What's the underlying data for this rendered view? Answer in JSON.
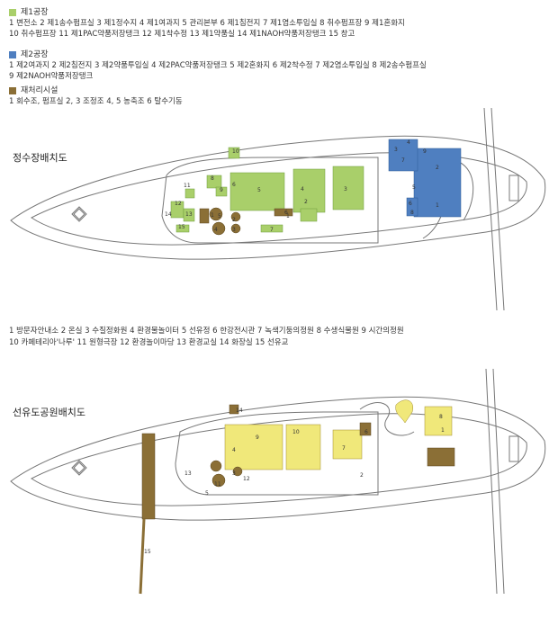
{
  "colors": {
    "plant1": "#a9cf6a",
    "plant2": "#4f7fc0",
    "reprocess": "#8b6f36",
    "park": "#f0e87a",
    "parkLine": "#a08a2c"
  },
  "legend1": {
    "groups": [
      {
        "title": "제1공장",
        "lines": [
          "1 변전소  2 제1송수펌프실  3 제1정수지  4 제1여과지  5 관리본부  6 제1침전지  7 제1염소투입실  8 취수펌프장  9 제1혼화지",
          "10 취수펌프장  11 제1PAC약품저장탱크  12 제1착수정  13 제1약품실  14 제1NAOH약품저장탱크  15 창고"
        ]
      },
      {
        "title": "제2공장",
        "lines": [
          "1 제2여과지  2 제2침전지  3 제2약품투입실  4 제2PAC약품저장탱크  5 제2혼화지  6 제2착수정  7 제2염소투입실  8 제2송수펌프실",
          "9 제2NAOH약품저장탱크"
        ]
      },
      {
        "title": "재처리시설",
        "lines": [
          "1 회수조, 펌프실  2, 3 조정조  4, 5 농축조  6 탈수기동"
        ]
      }
    ]
  },
  "map1": {
    "title": "정수장배치도",
    "labels": [
      "1",
      "2",
      "3",
      "4",
      "5",
      "6",
      "7",
      "8",
      "9",
      "10",
      "11",
      "12",
      "13",
      "14",
      "15",
      "1",
      "2",
      "3",
      "4",
      "5",
      "6",
      "7",
      "8",
      "9",
      "1",
      "2",
      "3",
      "4",
      "5",
      "6"
    ]
  },
  "legend2": {
    "lines": [
      "1 방문자안내소  2 온실  3 수질정화원  4 환경물놀이터  5 선유정  6 한강전시관  7 녹색기둥의정원  8 수생식물원  9 시간의정원",
      "10 카페테리아'나루' 11 원형극장  12 환경놀이마당  13 환경교실  14 화장실  15 선유교"
    ]
  },
  "map2": {
    "title": "선유도공원배치도",
    "labels": [
      "1",
      "2",
      "3",
      "4",
      "5",
      "6",
      "7",
      "8",
      "9",
      "10",
      "11",
      "12",
      "13",
      "14",
      "15"
    ]
  }
}
